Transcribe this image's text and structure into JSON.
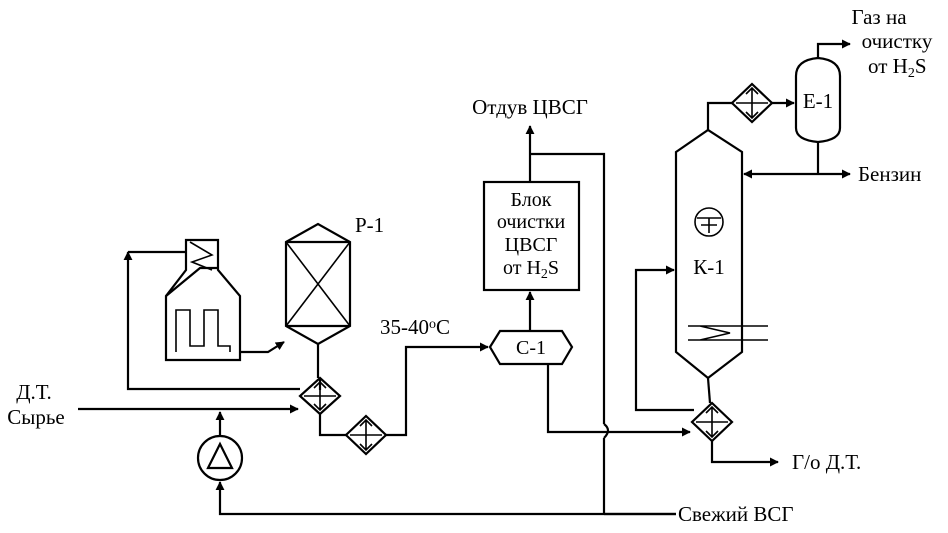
{
  "labels": {
    "gas_cleaning": [
      "Газ на",
      "очистку",
      "от H",
      "2",
      "S"
    ],
    "purge": "Отдув ЦВСГ",
    "gasoline": "Бензин",
    "reactor": "Р-1",
    "block": [
      "Блок",
      "очистки",
      "ЦВСГ",
      "от H",
      "2",
      "S"
    ],
    "temperature": [
      "35-40",
      "о",
      "С"
    ],
    "separator": "С-1",
    "column": "К-1",
    "vessel": "Е-1",
    "feed": [
      "Д.Т.",
      "Сырье"
    ],
    "product": "Г/о Д.Т.",
    "fresh_gas": "Свежий ВСГ"
  }
}
